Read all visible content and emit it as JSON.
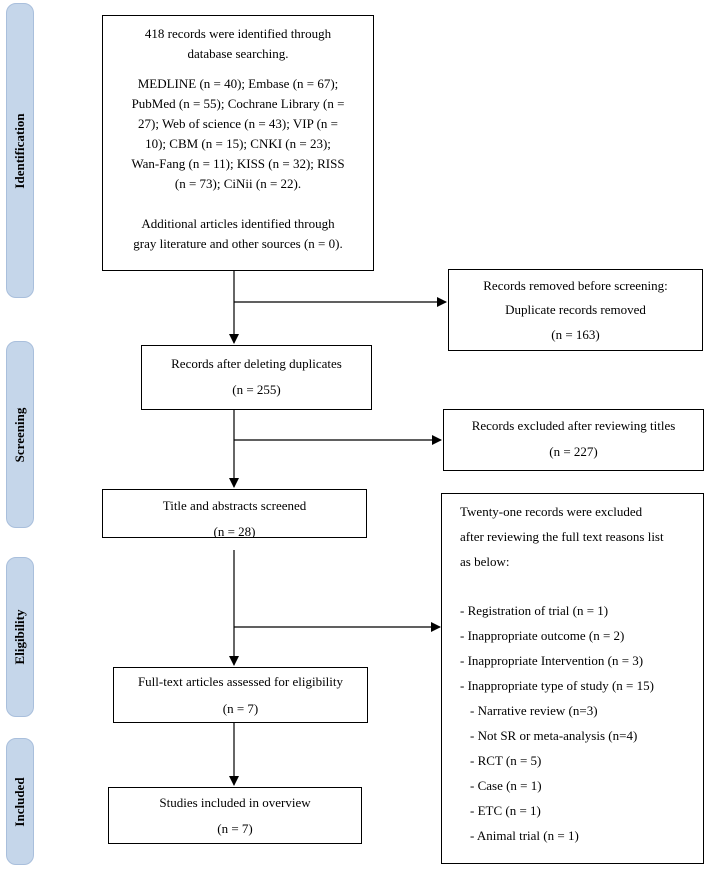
{
  "phases": {
    "identification": "Identification",
    "screening": "Screening",
    "eligibility": "Eligibility",
    "included": "Included"
  },
  "identification_box": {
    "line1": "418 records were identified through",
    "line2": "database searching.",
    "db1": "MEDLINE (n = 40); Embase (n = 67);",
    "db2": "PubMed (n = 55); Cochrane Library (n =",
    "db3": "27); Web of science (n = 43); VIP (n =",
    "db4": "10); CBM (n = 15); CNKI (n = 23);",
    "db5": "Wan-Fang (n = 11); KISS (n = 32); RISS",
    "db6": "(n = 73); CiNii (n = 22).",
    "add1": "Additional articles identified through",
    "add2": "gray literature and other sources (n = 0)."
  },
  "removed_box": {
    "line1": "Records removed before screening:",
    "line2": "Duplicate records removed",
    "count": "(n = 163)"
  },
  "after_duplicates_box": {
    "line1": "Records after deleting duplicates",
    "count": "(n = 255)"
  },
  "excluded_titles_box": {
    "line1": "Records excluded after reviewing titles",
    "count": "(n = 227)"
  },
  "screened_box": {
    "line1": "Title and abstracts screened",
    "count": "(n = 28)"
  },
  "fulltext_excluded_box": {
    "intro1": "Twenty-one records were excluded",
    "intro2": "after reviewing the full text reasons list",
    "intro3": "as below:",
    "reasons": [
      "- Registration of trial (n = 1)",
      "- Inappropriate outcome (n = 2)",
      "- Inappropriate Intervention (n = 3)",
      "- Inappropriate type of study (n = 15)"
    ],
    "subreasons": [
      "- Narrative review (n=3)",
      "- Not SR or meta-analysis (n=4)",
      "- RCT (n = 5)",
      "- Case (n = 1)",
      "- ETC (n = 1)",
      "- Animal trial (n = 1)"
    ]
  },
  "eligibility_box": {
    "line1": "Full-text articles assessed for eligibility",
    "count": "(n = 7)"
  },
  "included_box": {
    "line1": "Studies included in overview",
    "count": "(n = 7)"
  }
}
